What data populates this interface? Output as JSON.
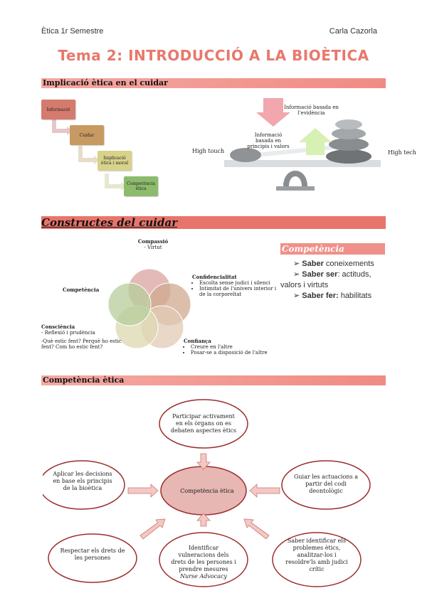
{
  "header": {
    "left": "Ètica 1r Semestre",
    "right": "Carla Cazorla"
  },
  "title": "Tema 2: INTRODUCCIÓ A LA BIOÈTICA",
  "section1": {
    "heading": "Implicació ètica en el cuidar",
    "steps": [
      "Informació",
      "Cuidar",
      "Implicació ètica i moral",
      "Competència ètica"
    ],
    "balance": {
      "top_label": "Informació basada en l'evidència",
      "left_label": "Informació basada en principis i valors",
      "left_side": "High touch",
      "right_side": "High tech"
    }
  },
  "section2": {
    "heading": "Constructes del cuidar",
    "compassio_title": "Compassió",
    "compassio_sub": "- Virtut",
    "competencia_label": "Competència",
    "confidencialitat_title": "Confidencialitat",
    "confidencialitat_items": [
      "Escolta sense judici i silenci",
      "Intimitat de l'univers interior i de la corporeïtat"
    ],
    "consciencia_title": "Consciència",
    "consciencia_items": [
      "- Reflexió i prudència",
      "-Què estic fent? Perquè ho estic fent? Com ho estic fent?"
    ],
    "confianca_title": "Confiança",
    "confianca_items": [
      "Creure en l'altre",
      "Posar-se a disposició de l'altre"
    ],
    "colors": [
      "#d9a3a0",
      "#cfa98f",
      "#e2c9b4",
      "#dcd8b0",
      "#b7cc9a"
    ]
  },
  "competencia_box": {
    "heading": "Competència",
    "items": [
      {
        "bold": "Saber",
        "rest": " coneixements"
      },
      {
        "bold": "Saber ser",
        "rest": ": actituds, valors i virtuts"
      },
      {
        "bold": "Saber fer:",
        "rest": " habilitats"
      }
    ]
  },
  "section3": {
    "heading": "Competència ètica",
    "center": "Competència ètica",
    "top": "Participar activament en els òrgans on es debaten aspectes ètics",
    "left": "Aplicar les decisions en base els principis de la bioètica",
    "right": "Guiar les actuacions a partir del codi deontològic",
    "bottom_left": "Respectar els drets de les persones",
    "bottom_mid": "Identificar vulneracions dels drets de les persones i prendre mesures",
    "bottom_mid_italic": "Nurse Advocacy",
    "bottom_right": "Saber identificar els problemes ètics, analitzar-los i resoldre'ls amb judici crític"
  }
}
